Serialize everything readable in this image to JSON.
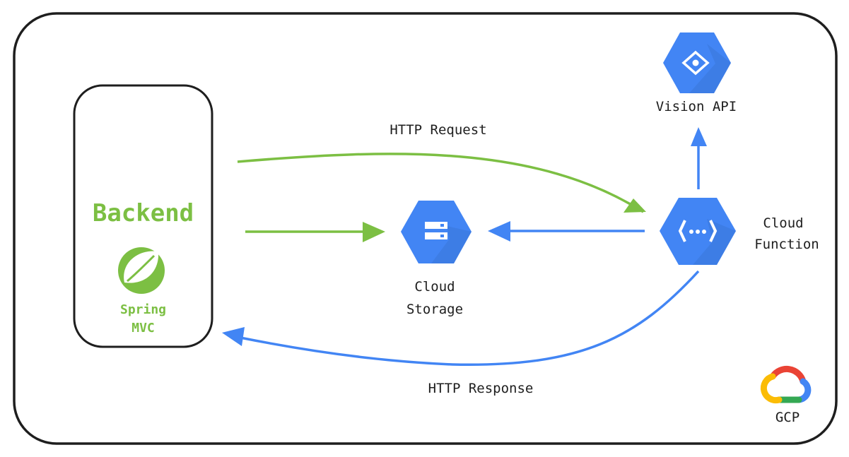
{
  "backend": {
    "title": "Backend",
    "framework_line1": "Spring",
    "framework_line2": "MVC",
    "icon": "spring-leaf-icon"
  },
  "services": {
    "vision": {
      "label": "Vision API",
      "icon": "vision-api-icon"
    },
    "storage": {
      "label_line1": "Cloud",
      "label_line2": "Storage",
      "icon": "cloud-storage-icon"
    },
    "function": {
      "label_line1": "Cloud",
      "label_line2": "Function",
      "icon": "cloud-function-icon"
    }
  },
  "arrows": {
    "request": "HTTP Request",
    "response": "HTTP Response"
  },
  "platform": {
    "label": "GCP",
    "icon": "google-cloud-icon"
  },
  "colors": {
    "green": "#7cbf43",
    "blue": "#4285f4",
    "blue_dark": "#3a76d8",
    "outline": "#1e1e1e"
  }
}
